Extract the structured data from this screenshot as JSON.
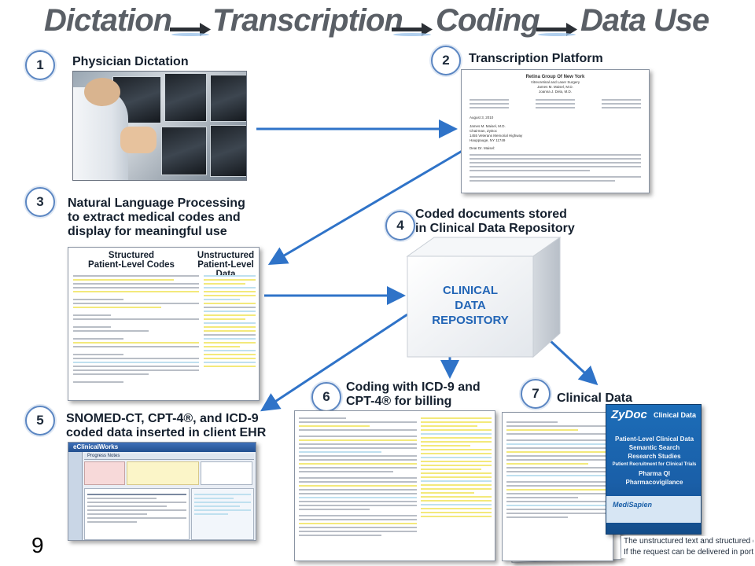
{
  "title": {
    "step_a": "Dictation",
    "step_b": "Transcription",
    "step_c": "Coding",
    "step_d": "Data Use"
  },
  "steps": [
    {
      "number": "1",
      "label": "Physician Dictation"
    },
    {
      "number": "2",
      "label": "Transcription Platform"
    },
    {
      "number": "3",
      "label_lines": [
        "Natural Language Processing",
        "to extract medical codes and",
        "display for meaningful use"
      ]
    },
    {
      "number": "4",
      "label_lines": [
        "Coded documents stored",
        "in Clinical Data Repository"
      ]
    },
    {
      "number": "5",
      "label_lines": [
        "SNOMED-CT, CPT-4®, and ICD-9",
        "coded data inserted in client EHR"
      ]
    },
    {
      "number": "6",
      "label_lines": [
        "Coding with ICD-9 and",
        "CPT-4® for billing"
      ]
    },
    {
      "number": "7",
      "label": "Clinical Data"
    }
  ],
  "letter": {
    "org": "Retina Group Of New York",
    "sub1": "Vitreoretinal and Laser Surgery",
    "sub2": "James M. Maisel, M.D.",
    "sub3": "Joanna J. Dela, M.D.",
    "date": "August 3, 2010",
    "addr1": "James M. Maisel, M.D.",
    "addr2": "Chairman, ZyDoc",
    "addr3": "1455 Veterans Memorial Highway",
    "addr4": "Hauppauge, NY 11749",
    "salutation": "Dear Dr. Maisel:"
  },
  "nlp": {
    "col_left_line1": "Structured",
    "col_left_line2": "Patient-Level Codes",
    "col_right_line1": "Unstructured",
    "col_right_line2": "Patient-Level Data"
  },
  "repository": {
    "line1": "CLINICAL",
    "line2": "DATA",
    "line3": "REPOSITORY"
  },
  "ehr": {
    "app_name": "eClinicalWorks",
    "tab": "Progress Notes"
  },
  "clinical": {
    "brand": "ZyDoc",
    "heading": "Clinical Data",
    "features": [
      "Patient-Level Clinical Data",
      "Semantic Search",
      "Research Studies",
      "Patient Recruitment for Clinical Trials",
      "Pharma QI",
      "Pharmacovigilance"
    ],
    "partner": "MediSapien"
  },
  "page_number": "9",
  "footer_line1": "The unstructured text and structured codes M",
  "footer_line2": "If the request can be delivered in portable fil",
  "colors": {
    "accent_blue": "#2f73c8",
    "highlight_yellow": "#f3e97b",
    "highlight_blue": "#bfe0ef",
    "title_gray": "#5a5f66"
  }
}
